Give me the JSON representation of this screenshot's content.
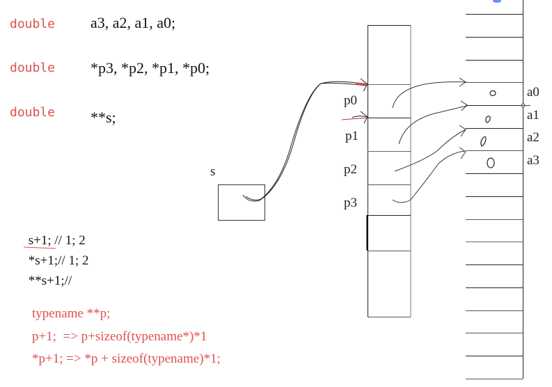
{
  "declarations": [
    {
      "type": "double",
      "names": "a3, a2, a1, a0;"
    },
    {
      "type": "double",
      "names": "*p3, *p2, *p1, *p0;"
    },
    {
      "type": "double",
      "names": "**s;"
    }
  ],
  "pointer_box": {
    "label": "s"
  },
  "pointer_array": {
    "labels": [
      "p0",
      "p1",
      "p2",
      "p3"
    ]
  },
  "value_array": {
    "labels": [
      "a0",
      "a1",
      "a2",
      "a3"
    ],
    "cell_values": [
      "0",
      "0",
      "0",
      "0"
    ]
  },
  "notes": [
    " s+1; // 1; 2",
    " *s+1;// 1; 2",
    " **s+1;//"
  ],
  "rules": [
    "typename **p;",
    "p+1;  => p+sizeof(typename*)*1",
    "*p+1; => *p + sizeof(typename)*1;"
  ],
  "colors": {
    "keyword": "#d9534f",
    "annotation_red": "#e05050",
    "text": "#111111",
    "line": "#222222",
    "marker_blue": "#6b8cff"
  }
}
